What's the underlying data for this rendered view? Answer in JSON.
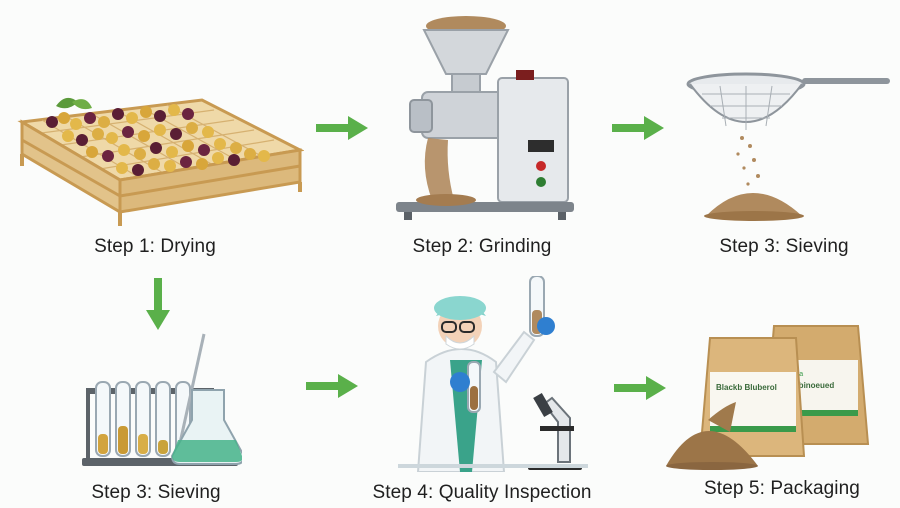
{
  "steps": [
    {
      "id": "drying",
      "label": "Step 1: Drying"
    },
    {
      "id": "grinding",
      "label": "Step 2: Grinding"
    },
    {
      "id": "sieving-top",
      "label": "Step 3: Sieving"
    },
    {
      "id": "sieving-bottom",
      "label": "Step 3: Sieving"
    },
    {
      "id": "quality-inspection",
      "label": "Step 4: Quality Inspection"
    },
    {
      "id": "packaging",
      "label": "Step 5: Packaging"
    }
  ],
  "icons": {
    "arrow": "arrow-right-icon",
    "arrow_down": "arrow-down-icon"
  },
  "colors": {
    "arrow_green": "#5ab04a",
    "powder": "#b08a5e",
    "wood": "#d9b77c",
    "steel": "#c6cbd0",
    "glove": "#2f7fd0",
    "bag": "#d8b37a",
    "label_band": "#3a9a4a"
  },
  "packaging": {
    "bag_label_1": "Blackb Bluberol",
    "bag_label_2": "Basbinoeued",
    "bag_brand": "Mosa"
  }
}
